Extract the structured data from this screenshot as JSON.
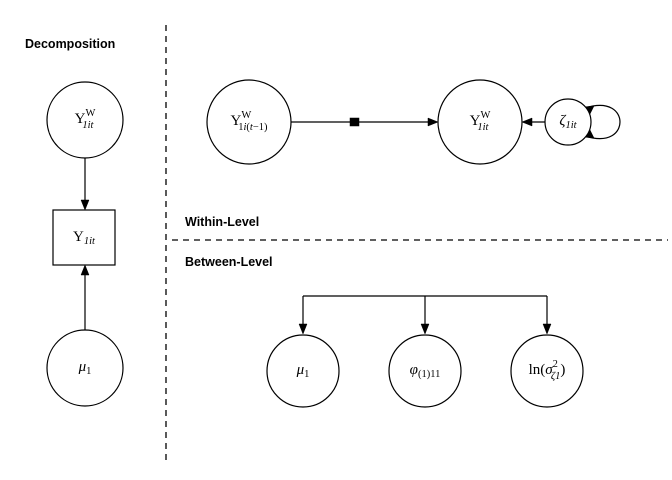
{
  "figure": {
    "title_left": "Decomposition",
    "level_within": "Within-Level",
    "level_between": "Between-Level",
    "background_color": "#ffffff",
    "line_color": "#000000"
  },
  "decomposition_panel": {
    "nodes": [
      {
        "id": "within-latent",
        "shape": "circle",
        "label_plain": "Y^W_1it",
        "base": "Y",
        "superscript": "W",
        "subscript": "1it"
      },
      {
        "id": "observed",
        "shape": "rectangle",
        "label_plain": "Y_1it",
        "base": "Y",
        "superscript": "",
        "subscript": "1it"
      },
      {
        "id": "mean",
        "shape": "circle",
        "label_plain": "μ_1",
        "base": "μ",
        "superscript": "",
        "subscript": "1"
      }
    ],
    "edges": [
      {
        "from": "within-latent",
        "to": "observed",
        "type": "single-arrow"
      },
      {
        "from": "mean",
        "to": "observed",
        "type": "single-arrow"
      }
    ]
  },
  "within_panel": {
    "nodes": [
      {
        "id": "within-lagged",
        "shape": "circle",
        "label_plain": "Y^W_1i(t-1)",
        "base": "Y",
        "superscript": "W",
        "subscript": "1i(t−1)"
      },
      {
        "id": "within-current",
        "shape": "circle",
        "label_plain": "Y^W_1it",
        "base": "Y",
        "superscript": "W",
        "subscript": "1it"
      },
      {
        "id": "residual",
        "shape": "circle",
        "label_plain": "ζ_1it",
        "base": "ζ",
        "superscript": "",
        "subscript": "1it"
      }
    ],
    "edges": [
      {
        "from": "within-lagged",
        "to": "within-current",
        "type": "single-arrow",
        "marker": "random-slope-square"
      },
      {
        "from": "residual",
        "to": "within-current",
        "type": "single-arrow"
      },
      {
        "from": "residual",
        "to": "residual",
        "type": "double-arrow-self-loop"
      }
    ]
  },
  "between_panel": {
    "nodes": [
      {
        "id": "between-mean",
        "shape": "circle",
        "label_plain": "μ_1",
        "base": "μ",
        "superscript": "",
        "subscript": "1"
      },
      {
        "id": "between-slope",
        "shape": "circle",
        "label_plain": "φ_(1)11",
        "base": "φ",
        "superscript": "",
        "subscript": "(1)11"
      },
      {
        "id": "between-logvar",
        "shape": "circle",
        "label_plain": "ln(σ²_ζ1)",
        "base": "ln(σ",
        "superscript": "2",
        "subscript": "ζ1",
        "close": ")"
      }
    ],
    "bracket": {
      "type": "horizontal-bar-with-three-arrows",
      "arrow_count": 3
    }
  }
}
